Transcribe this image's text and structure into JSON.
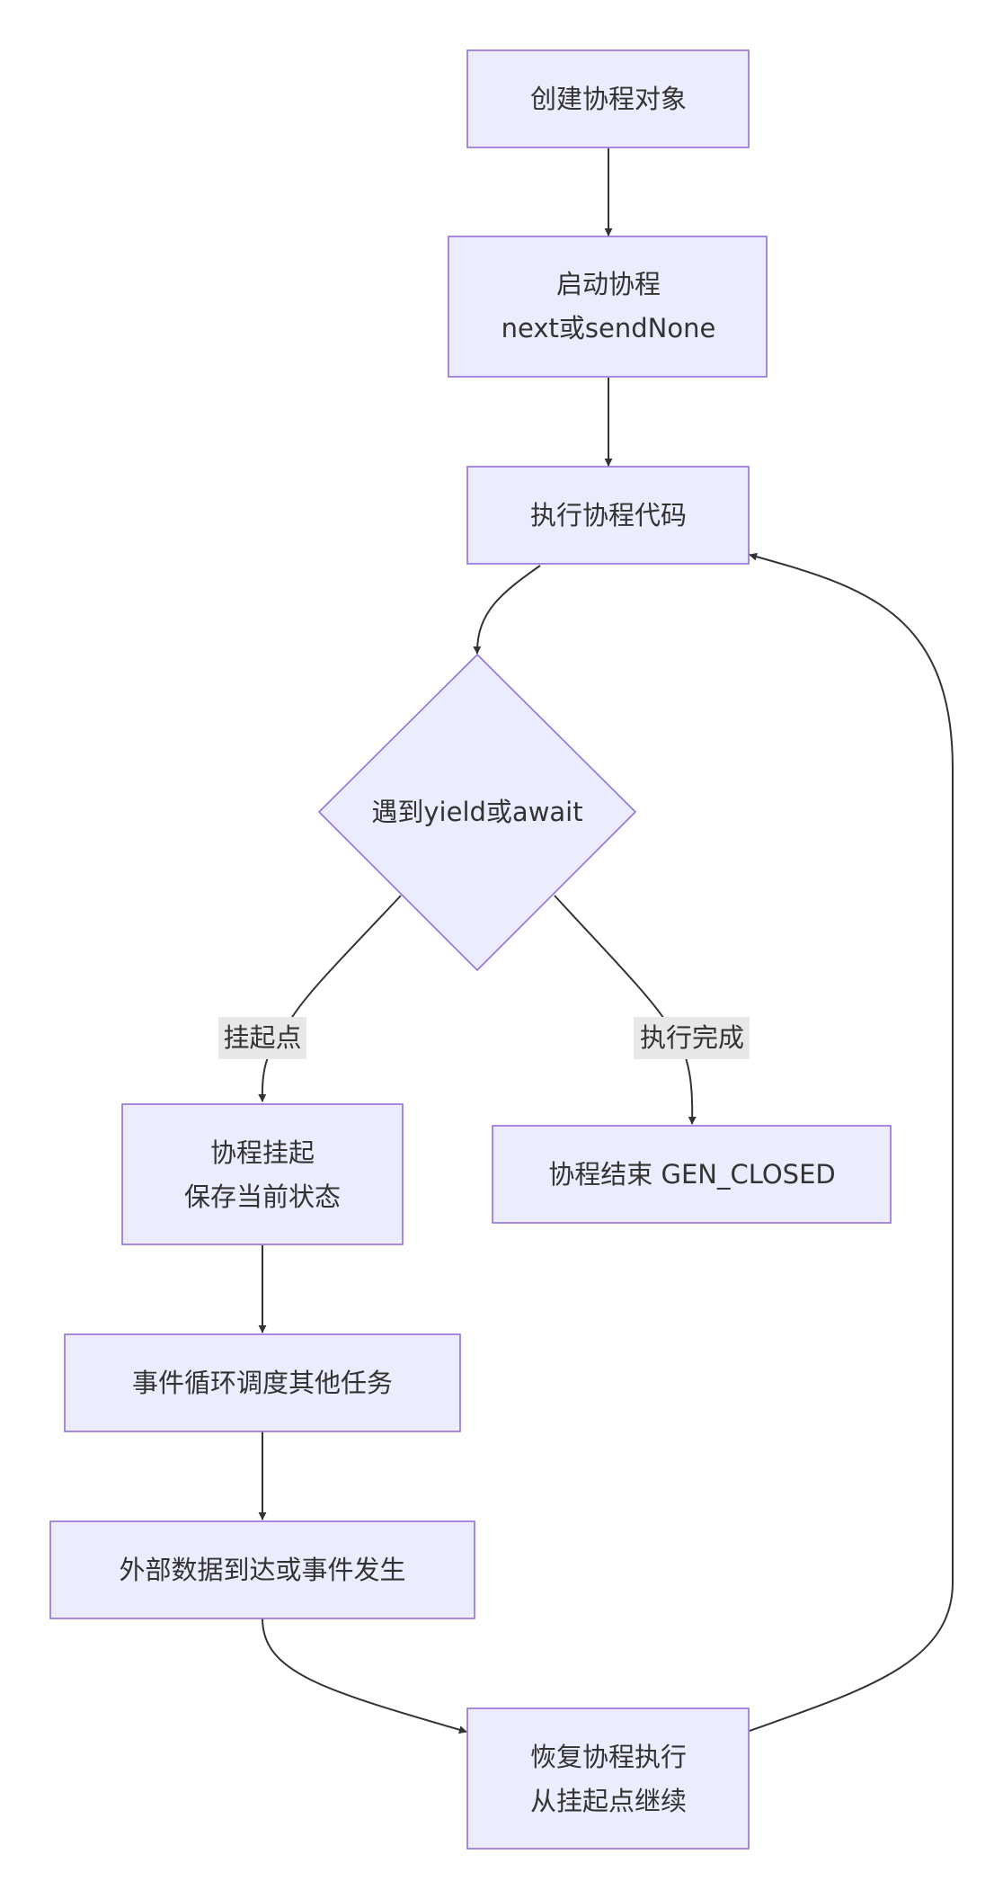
{
  "diagram": {
    "nodes": {
      "create": {
        "lines": [
          "创建协程对象"
        ]
      },
      "start": {
        "lines": [
          "启动协程",
          "next或sendNone"
        ]
      },
      "execute": {
        "lines": [
          "执行协程代码"
        ]
      },
      "decision": {
        "lines": [
          "遇到yield或await"
        ]
      },
      "suspend": {
        "lines": [
          "协程挂起",
          "保存当前状态"
        ]
      },
      "finish": {
        "lines": [
          "协程结束 GEN_CLOSED"
        ]
      },
      "schedule": {
        "lines": [
          "事件循环调度其他任务"
        ]
      },
      "external": {
        "lines": [
          "外部数据到达或事件发生"
        ]
      },
      "resume": {
        "lines": [
          "恢复协程执行",
          "从挂起点继续"
        ]
      }
    },
    "edge_labels": {
      "to_suspend": "挂起点",
      "to_finish": "执行完成"
    }
  }
}
